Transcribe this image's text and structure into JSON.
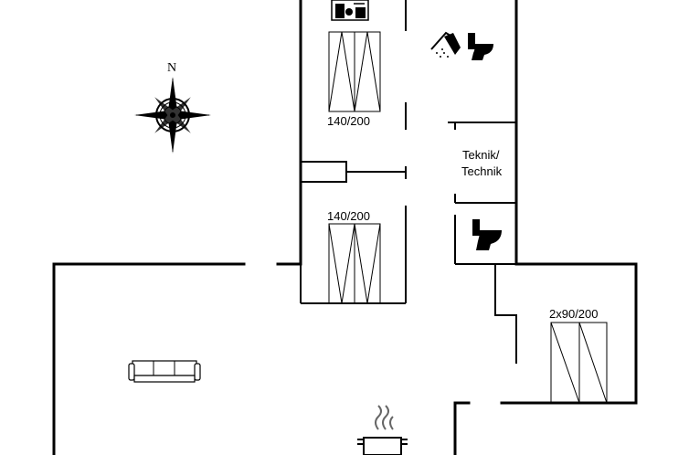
{
  "labels": {
    "bed1": "140/200",
    "bed2": "140/200",
    "bed3": "2x90/200",
    "technik_line1": "Teknik/",
    "technik_line2": "Technik",
    "compass": "N"
  }
}
